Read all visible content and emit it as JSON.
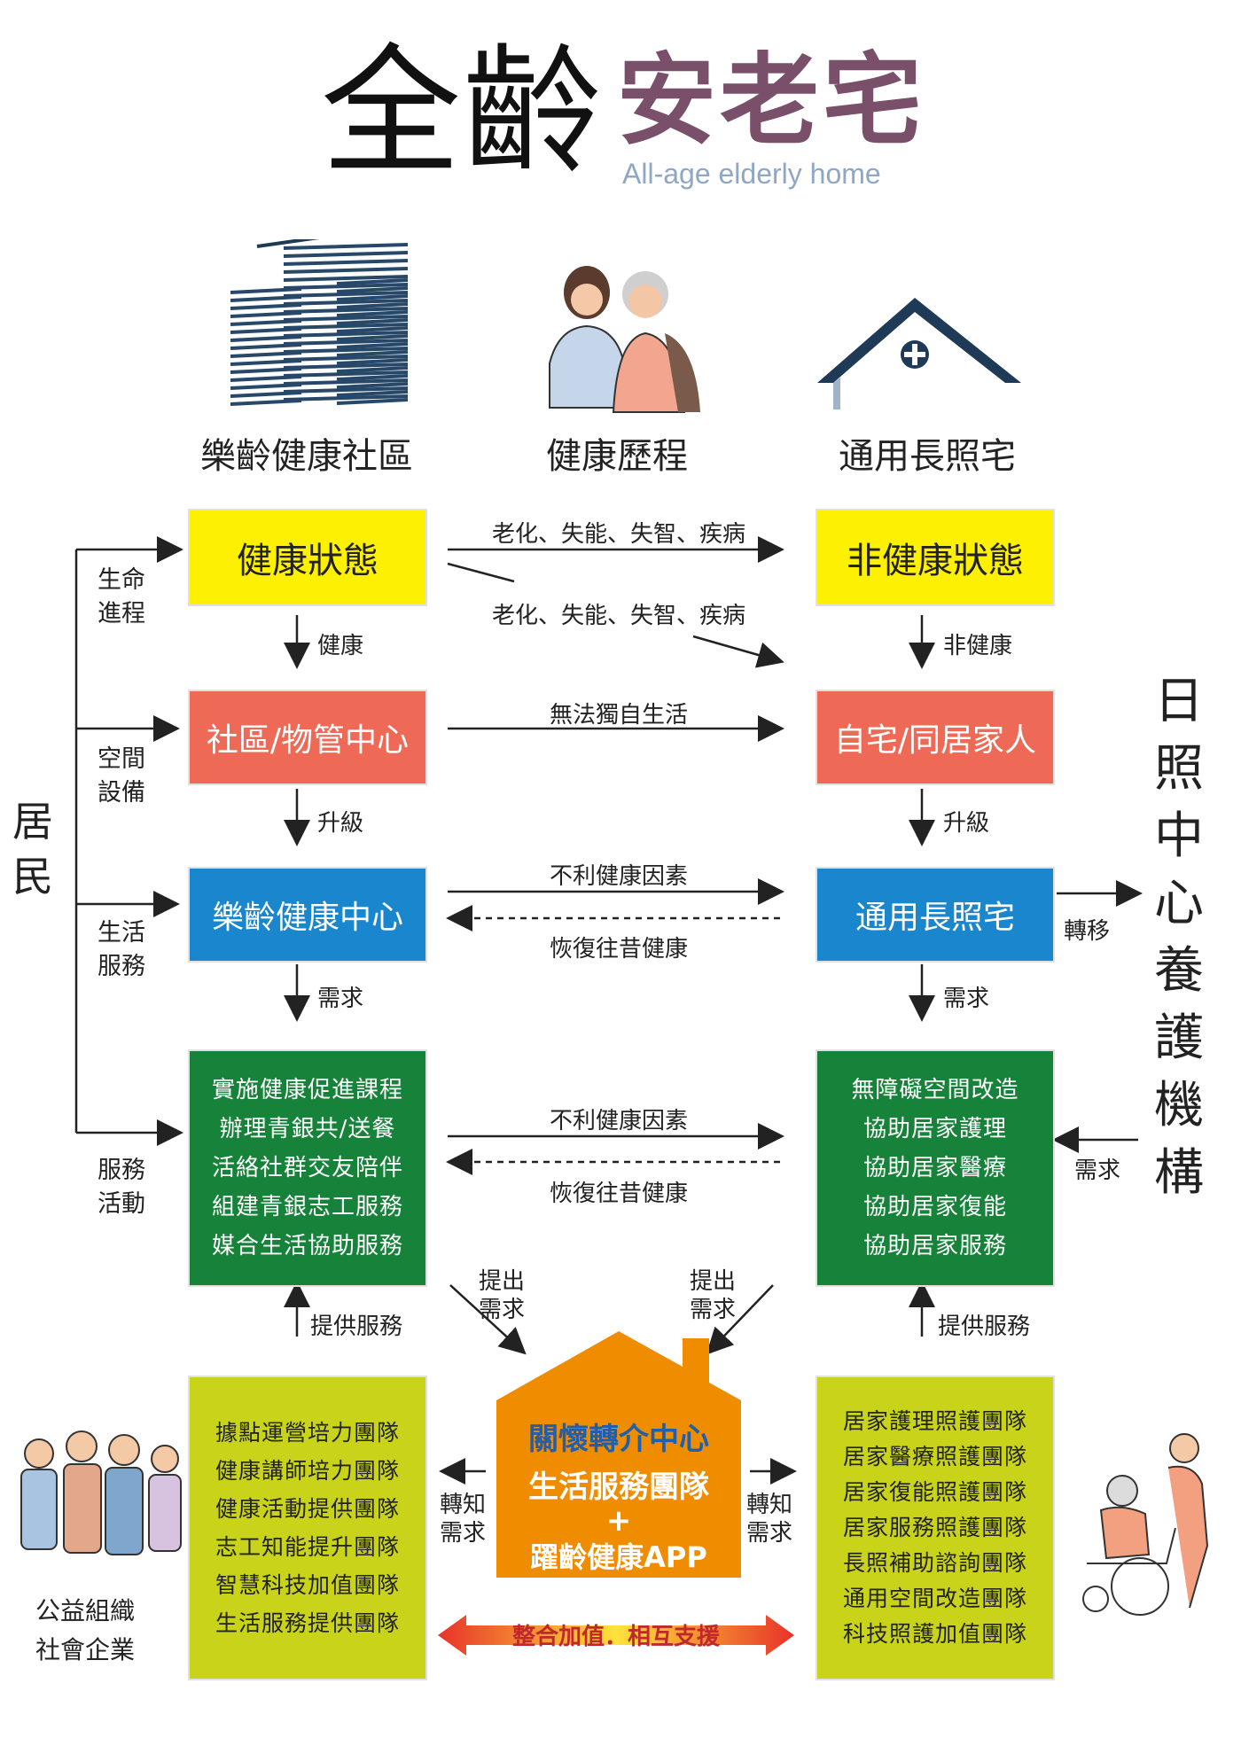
{
  "title": {
    "main": "全齡",
    "accent": "安老宅",
    "english": "All-age elderly home"
  },
  "columns": {
    "left": "樂齡健康社區",
    "middle": "健康歷程",
    "right": "通用長照宅"
  },
  "left_label": "居民",
  "right_label": [
    "日",
    "照",
    "中",
    "心",
    "養",
    "護",
    "機",
    "構"
  ],
  "side_labels": {
    "life": "生命進程",
    "space": "空間設備",
    "living": "生活服務",
    "service": "服務活動"
  },
  "left_boxes": {
    "b1": "健康狀態",
    "b2": "社區/物管中心",
    "b3": "樂齡健康中心",
    "b4": [
      "實施健康促進課程",
      "辦理青銀共/送餐",
      "活絡社群交友陪伴",
      "組建青銀志工服務",
      "媒合生活協助服務"
    ],
    "b5": [
      "據點運營培力團隊",
      "健康講師培力團隊",
      "健康活動提供團隊",
      "志工知能提升團隊",
      "智慧科技加值團隊",
      "生活服務提供團隊"
    ]
  },
  "right_boxes": {
    "b1": "非健康狀態",
    "b2": "自宅/同居家人",
    "b3": "通用長照宅",
    "b4": [
      "無障礙空間改造",
      "協助居家護理",
      "協助居家醫療",
      "協助居家復能",
      "協助居家服務"
    ],
    "b5": [
      "居家護理照護團隊",
      "居家醫療照護團隊",
      "居家復能照護團隊",
      "居家服務照護團隊",
      "長照補助諮詢團隊",
      "通用空間改造團隊",
      "科技照護加值團隊"
    ]
  },
  "middle_labels": {
    "aging_top": "老化、失能、失智、疾病",
    "aging_bottom": "老化、失能、失智、疾病",
    "cannot_live_alone": "無法獨自生活",
    "adverse_1": "不利健康因素",
    "recover_1": "恢復往昔健康",
    "adverse_2": "不利健康因素",
    "recover_2": "恢復往昔健康"
  },
  "arrow_labels": {
    "healthy": "健康",
    "unhealthy": "非健康",
    "upgrade_l": "升級",
    "upgrade_r": "升級",
    "need_l": "需求",
    "need_r": "需求",
    "transfer": "轉移",
    "need_side": "需求",
    "provide_l": "提供服務",
    "provide_r": "提供服務",
    "propose_l": "提出需求",
    "propose_r": "提出需求",
    "notify_l": "轉知需求",
    "notify_r": "轉知需求"
  },
  "center_house": {
    "line1": "關懷轉介中心",
    "line2": "生活服務團隊",
    "plus": "+",
    "line3": "躍齡健康APP"
  },
  "bottom_banner": "整合加值．相互支援",
  "org_label": [
    "公益組織",
    "社會企業"
  ],
  "colors": {
    "yellow": "#fdf000",
    "red": "#ee6a56",
    "blue": "#1a86cd",
    "green": "#17823a",
    "lime": "#c8d31a",
    "orange": "#f08c00",
    "accent": "#7a4f6a"
  }
}
